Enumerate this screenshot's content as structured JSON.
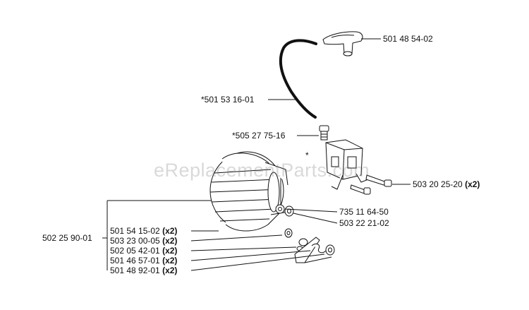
{
  "watermark": "eReplacementParts.com",
  "asterisk": "*",
  "parts": {
    "spark_plug_cap": {
      "number": "501 48 54-02"
    },
    "ignition_lead": {
      "number": "*501 53 16-01"
    },
    "spring": {
      "number": "*505 27 75-16"
    },
    "screw": {
      "number": "503 20 25-20",
      "qty": "(x2)"
    },
    "nut": {
      "number": "735 11 64-50"
    },
    "washer": {
      "number": "503 22 21-02"
    },
    "flywheel_assembly": {
      "number": "502 25 90-01"
    },
    "pawl": {
      "number": "501 54 15-02",
      "qty": "(x2)"
    },
    "pawl_screw": {
      "number": "503 23 00-05",
      "qty": "(x2)"
    },
    "pawl_washer": {
      "number": "502 05 42-01",
      "qty": "(x2)"
    },
    "pawl_spring": {
      "number": "501 46 57-01",
      "qty": "(x2)"
    },
    "pawl_bushing": {
      "number": "501 48 92-01",
      "qty": "(x2)"
    }
  }
}
